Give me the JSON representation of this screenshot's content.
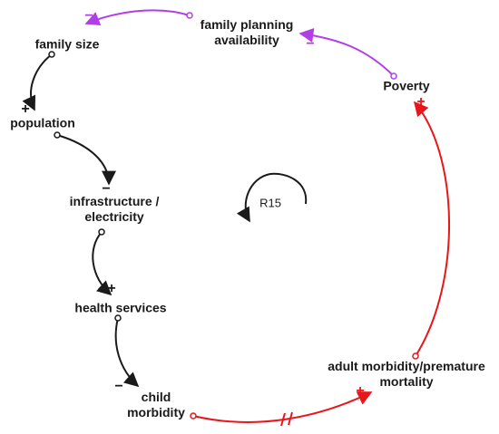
{
  "nodes": {
    "family_size": "family size",
    "family_planning": "family planning\navailability",
    "poverty": "Poverty",
    "population": "population",
    "infrastructure": "infrastructure /\nelectricity",
    "health_services": "health services",
    "child_morbidity": "child\nmorbidity",
    "adult_morbidity": "adult morbidity/premature\nmortality"
  },
  "loop": {
    "label": "R15"
  },
  "links": [
    {
      "from": "family planning availability",
      "to": "family size",
      "polarity": "−",
      "color": "#b23ee8"
    },
    {
      "from": "Poverty",
      "to": "family planning availability",
      "polarity": "−",
      "color": "#b23ee8"
    },
    {
      "from": "family size",
      "to": "population",
      "polarity": "+",
      "color": "#1a1a1a"
    },
    {
      "from": "population",
      "to": "infrastructure / electricity",
      "polarity": "−",
      "color": "#1a1a1a"
    },
    {
      "from": "infrastructure / electricity",
      "to": "health services",
      "polarity": "+",
      "color": "#1a1a1a"
    },
    {
      "from": "health services",
      "to": "child morbidity",
      "polarity": "−",
      "color": "#1a1a1a"
    },
    {
      "from": "child morbidity",
      "to": "adult morbidity/premature mortality",
      "polarity": "+",
      "color": "#e8151b",
      "delay": true
    },
    {
      "from": "adult morbidity/premature mortality",
      "to": "Poverty",
      "polarity": "+",
      "color": "#e8151b"
    }
  ],
  "colors": {
    "black": "#1a1a1a",
    "red": "#e8151b",
    "purple": "#b23ee8"
  }
}
